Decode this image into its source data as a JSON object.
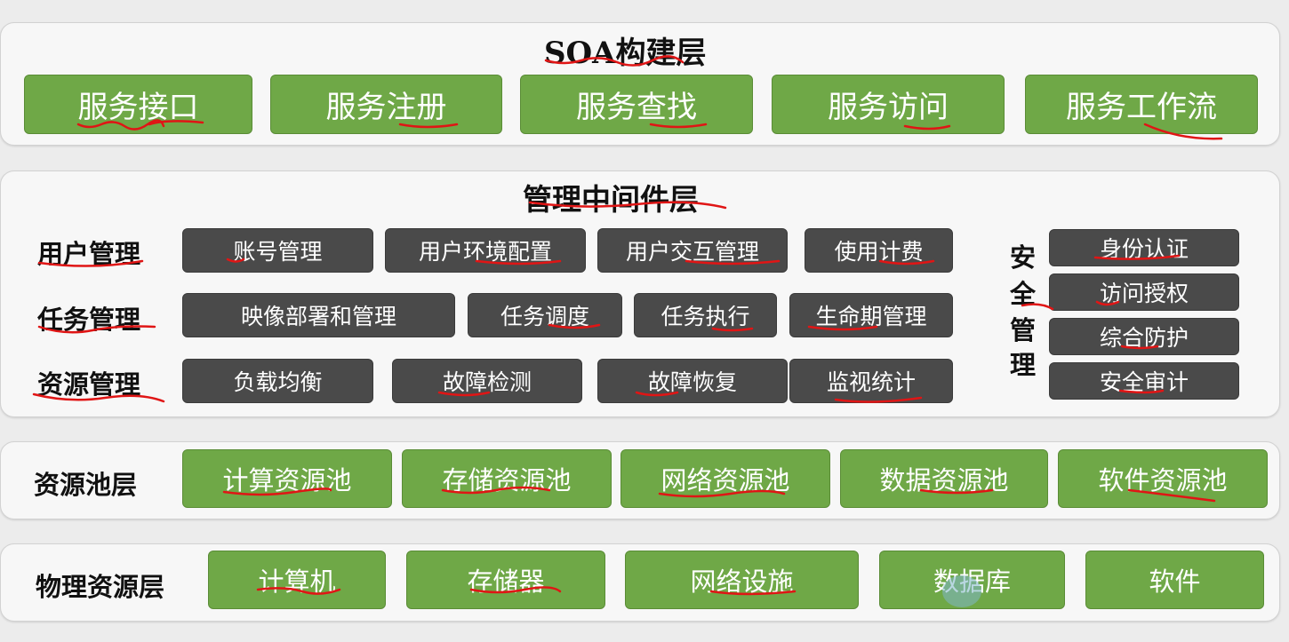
{
  "soa": {
    "title": "SOA构建层",
    "items": [
      "服务接口",
      "服务注册",
      "服务查找",
      "服务访问",
      "服务工作流"
    ]
  },
  "middleware": {
    "title": "管理中间件层",
    "rows": [
      {
        "label": "用户管理",
        "items": [
          "账号管理",
          "用户环境配置",
          "用户交互管理",
          "使用计费"
        ]
      },
      {
        "label": "任务管理",
        "items": [
          "映像部署和管理",
          "任务调度",
          "任务执行",
          "生命期管理"
        ]
      },
      {
        "label": "资源管理",
        "items": [
          "负载均衡",
          "故障检测",
          "故障恢复",
          "监视统计"
        ]
      }
    ],
    "security": {
      "label_chars": [
        "安",
        "全",
        "管",
        "理"
      ],
      "items": [
        "身份认证",
        "访问授权",
        "综合防护",
        "安全审计"
      ]
    }
  },
  "pool": {
    "label": "资源池层",
    "items": [
      "计算资源池",
      "存储资源池",
      "网络资源池",
      "数据资源池",
      "软件资源池"
    ]
  },
  "physical": {
    "label": "物理资源层",
    "items": [
      "计算机",
      "存储器",
      "网络设施",
      "数据库",
      "软件"
    ]
  },
  "colors": {
    "green_box": "#6fa847",
    "dark_box": "#4a4a4a",
    "annotation": "#e01515"
  }
}
